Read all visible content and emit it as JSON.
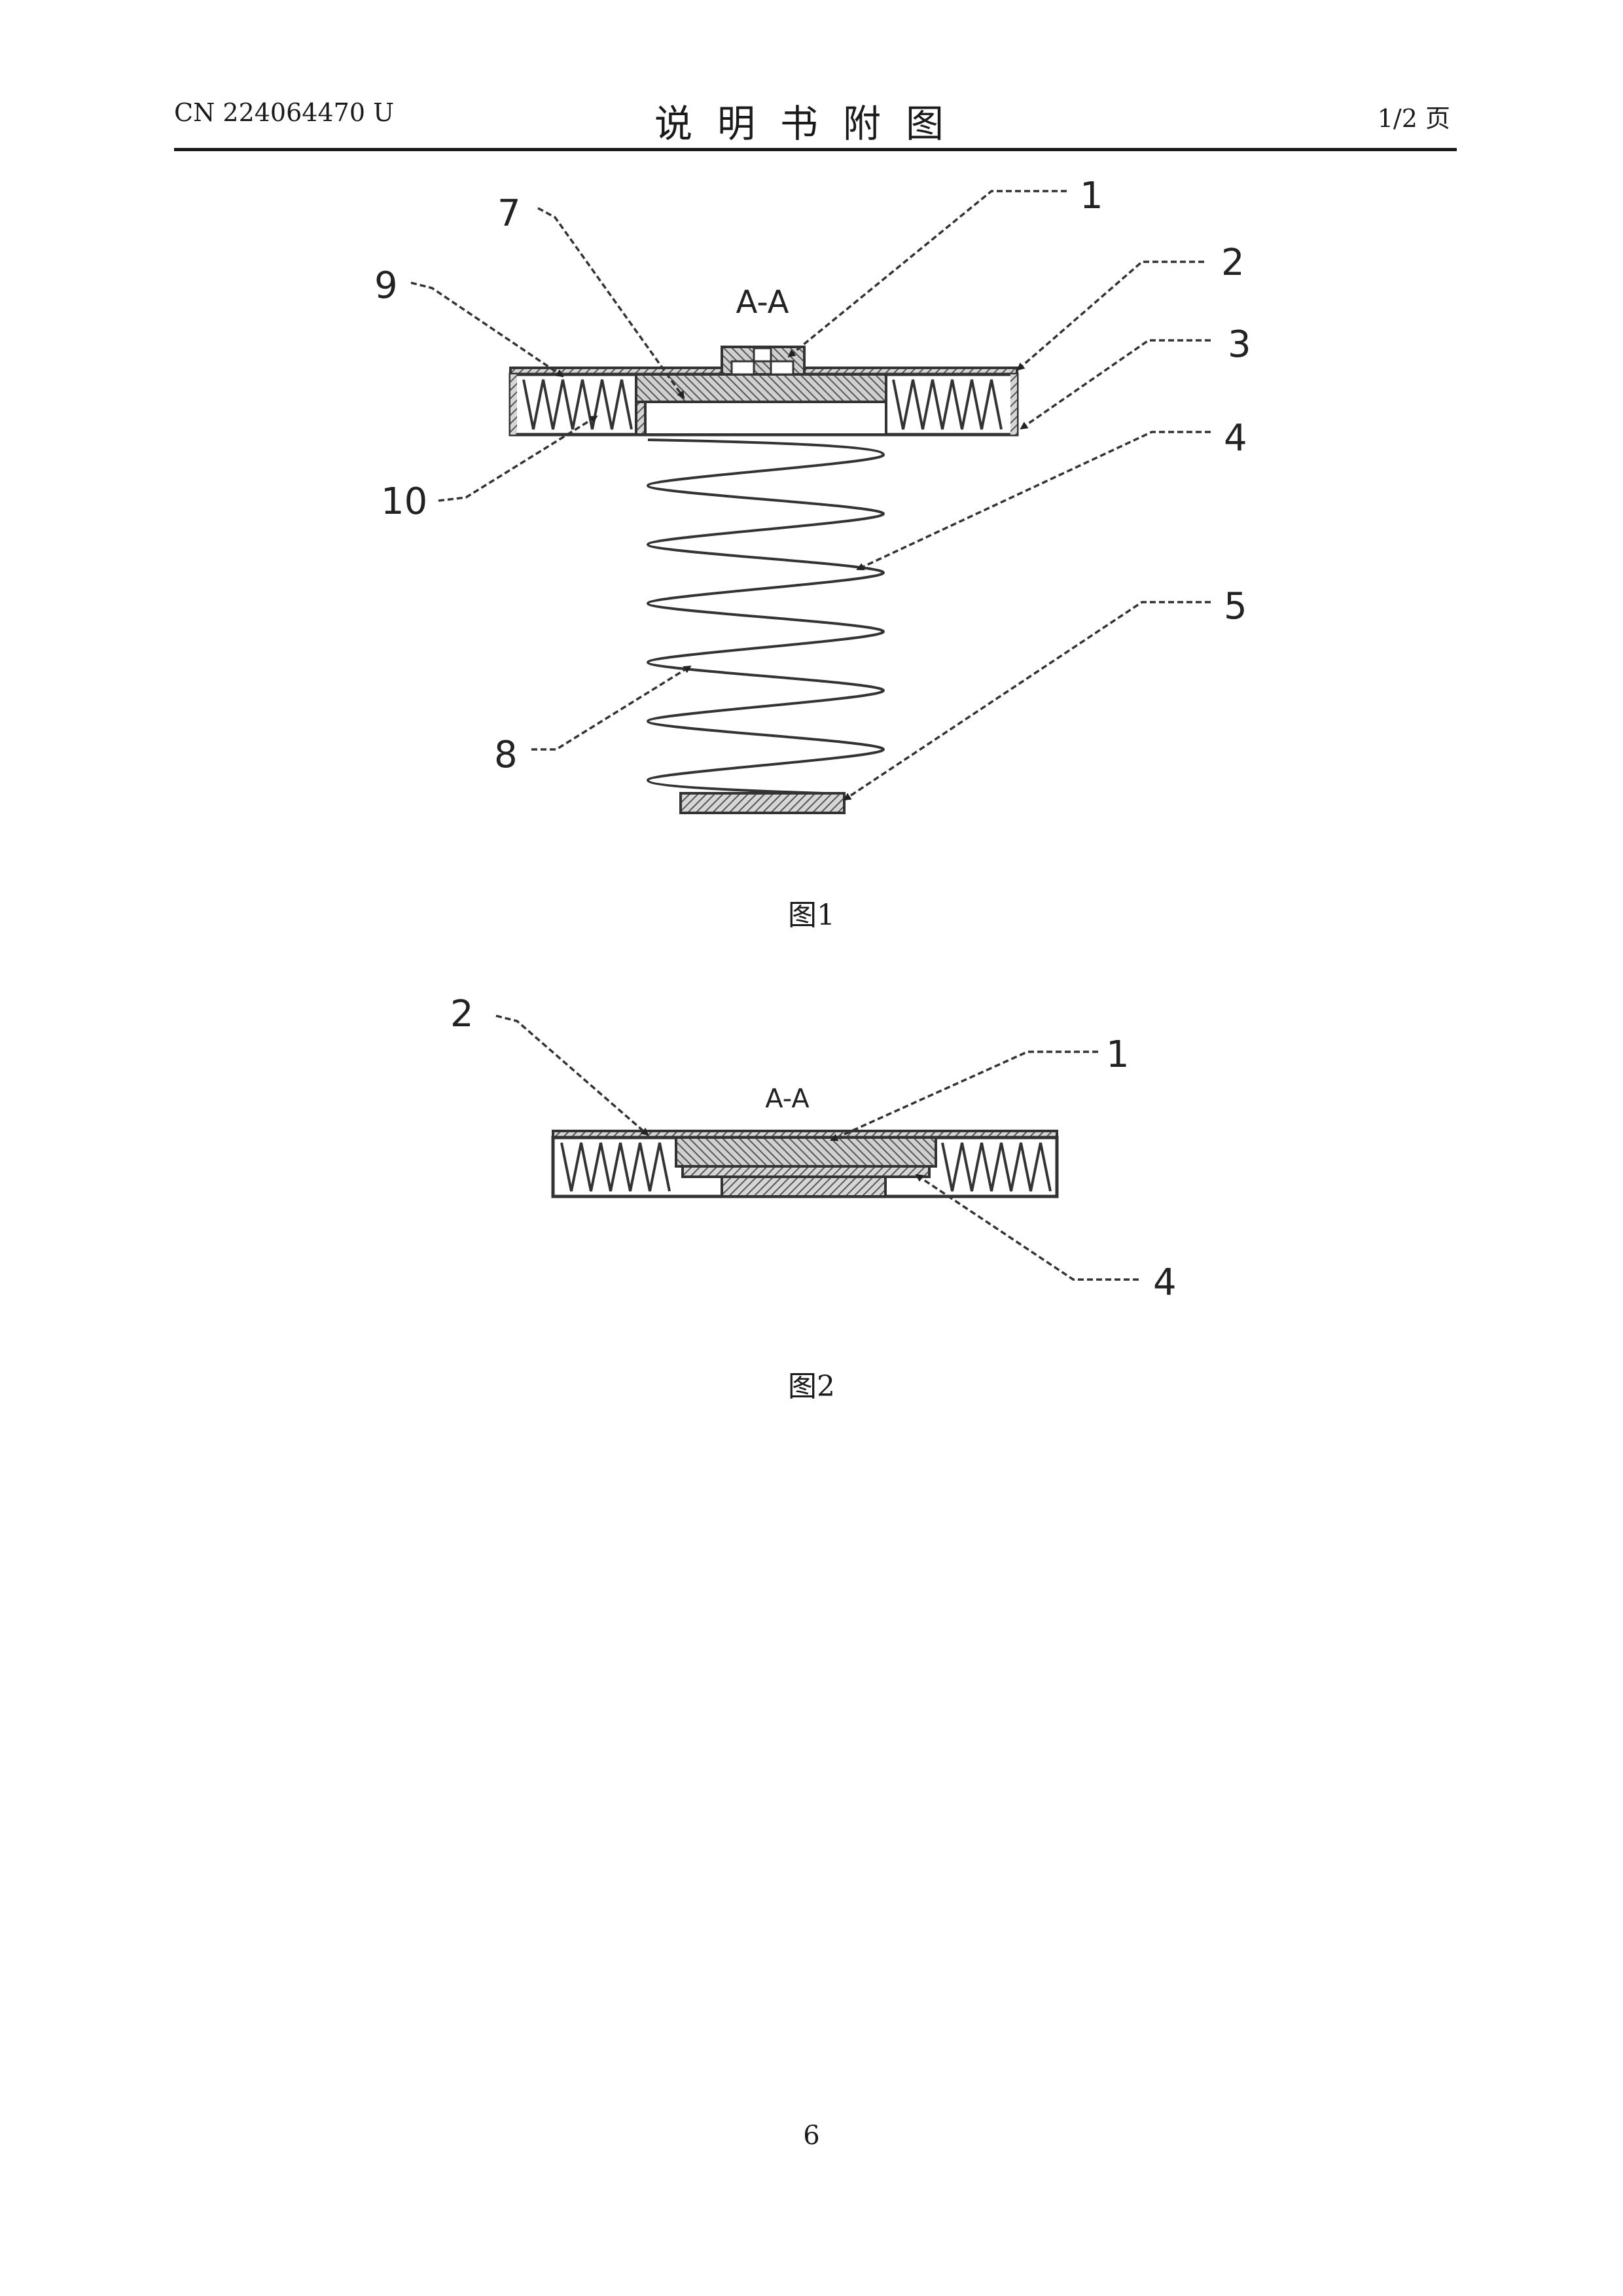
{
  "header": {
    "patent_number": "CN 224064470 U",
    "title": "说明书附图",
    "page_of": "1/2 页"
  },
  "figure1": {
    "section_label": "A-A",
    "caption": "图1",
    "callouts": [
      "1",
      "2",
      "3",
      "4",
      "5",
      "7",
      "8",
      "9",
      "10"
    ]
  },
  "figure2": {
    "section_label": "A-A",
    "caption": "图2",
    "callouts": [
      "2",
      "1",
      "4"
    ]
  },
  "footer": {
    "page_number": "6"
  }
}
